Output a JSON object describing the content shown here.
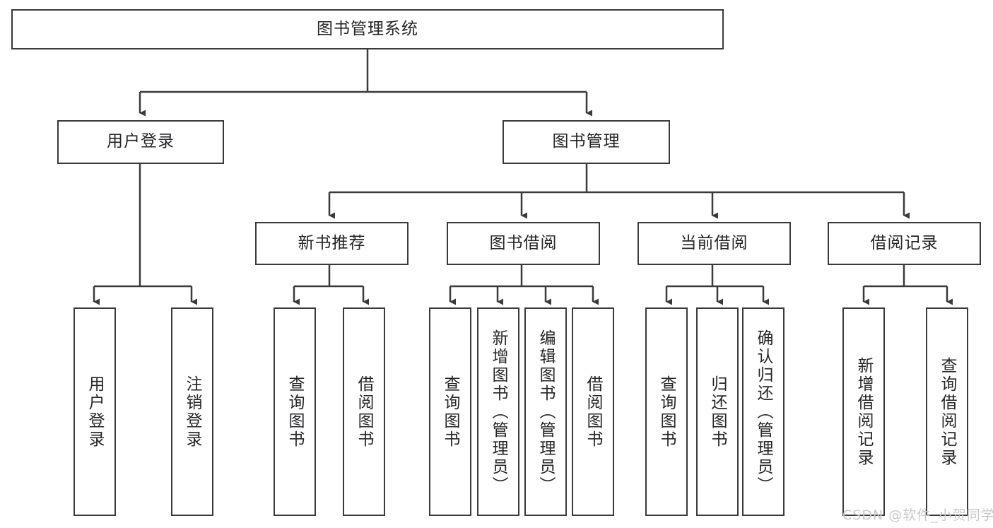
{
  "diagram": {
    "type": "tree",
    "title": "图书管理系统",
    "root": {
      "label": "图书管理系统"
    },
    "level2": [
      {
        "label": "用户登录"
      },
      {
        "label": "图书管理"
      }
    ],
    "level3": [
      {
        "label": "新书推荐"
      },
      {
        "label": "图书借阅"
      },
      {
        "label": "当前借阅"
      },
      {
        "label": "借阅记录"
      }
    ],
    "leaves": {
      "user_login": [
        {
          "label": "用户登录"
        },
        {
          "label": "注销登录"
        }
      ],
      "new_book_recommend": [
        {
          "label": "查询图书"
        },
        {
          "label": "借阅图书"
        }
      ],
      "book_borrow": [
        {
          "label": "查询图书"
        },
        {
          "label": "新增图书（管理员）"
        },
        {
          "label": "编辑图书（管理员）"
        },
        {
          "label": "借阅图书"
        }
      ],
      "current_borrow": [
        {
          "label": "查询图书"
        },
        {
          "label": "归还图书"
        },
        {
          "label": "确认归还（管理员）"
        }
      ],
      "borrow_record": [
        {
          "label": "新增借阅记录"
        },
        {
          "label": "查询借阅记录"
        }
      ]
    }
  },
  "watermark": {
    "text": "CSDN @软件_小贺同学"
  },
  "colors": {
    "stroke": "#3a3a3a",
    "text": "#26262b",
    "background": "#ffffff",
    "watermark": "#c9c9c9"
  }
}
